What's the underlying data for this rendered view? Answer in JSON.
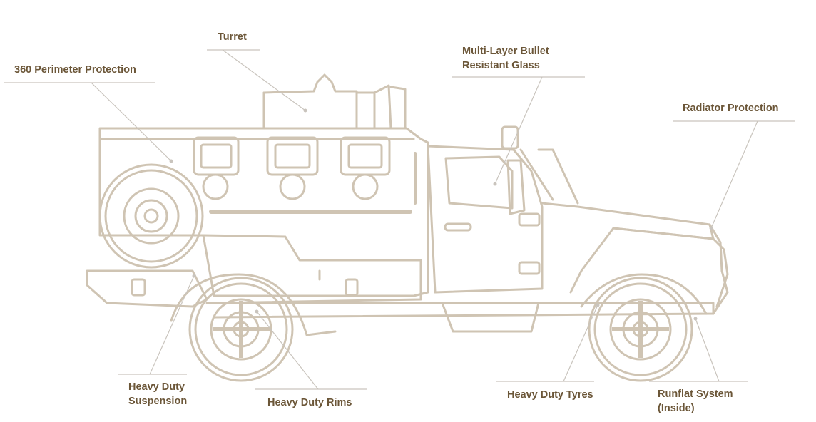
{
  "colors": {
    "vehicle_stroke": "#cfc4b3",
    "leader_line": "#c9c4bd",
    "label_text": "#6b5638"
  },
  "callouts": [
    {
      "id": "turret",
      "text": "Turret"
    },
    {
      "id": "perimeter",
      "text": "360 Perimeter Protection"
    },
    {
      "id": "glass",
      "text": "Multi-Layer Bullet\nResistant Glass"
    },
    {
      "id": "radiator",
      "text": "Radiator Protection"
    },
    {
      "id": "suspension",
      "text": "Heavy Duty\nSuspension"
    },
    {
      "id": "rims",
      "text": "Heavy Duty Rims"
    },
    {
      "id": "tyres",
      "text": "Heavy Duty Tyres"
    },
    {
      "id": "runflat",
      "text": "Runflat System\n(Inside)"
    }
  ]
}
